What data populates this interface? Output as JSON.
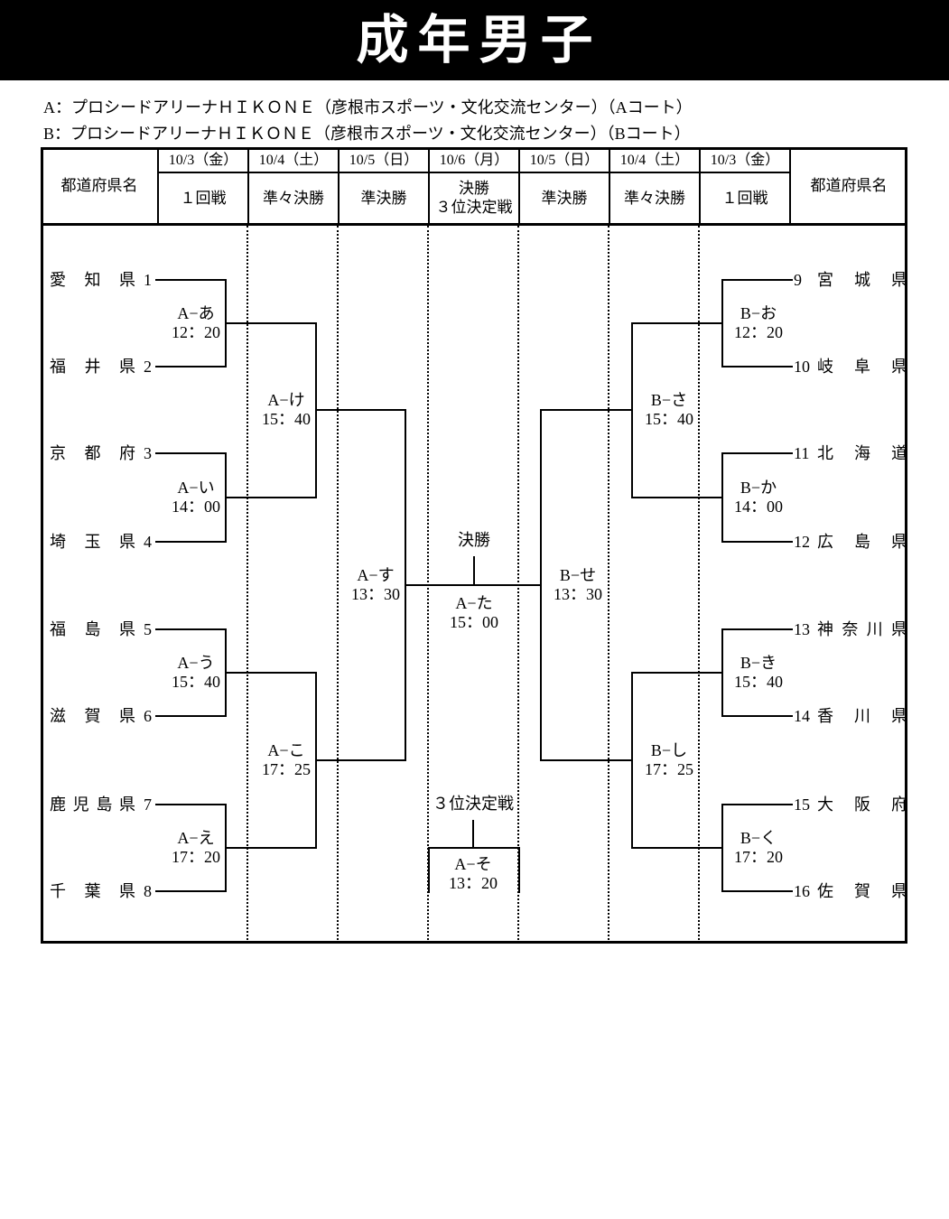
{
  "title": "成年男子",
  "venues": {
    "a": "A：プロシードアリーナＨＩＫＯＮＥ（彦根市スポーツ・文化交流センター）（Aコート）",
    "b": "B：プロシードアリーナＨＩＫＯＮＥ（彦根市スポーツ・文化交流センター）（Bコート）"
  },
  "header": {
    "pref_left": "都道府県名",
    "pref_right": "都道府県名",
    "columns": [
      {
        "date": "10/3（金）",
        "round": "１回戦"
      },
      {
        "date": "10/4（土）",
        "round": "準々決勝"
      },
      {
        "date": "10/5（日）",
        "round": "準決勝"
      },
      {
        "date": "10/6（月）",
        "round": "決勝",
        "round2": "３位決定戦"
      },
      {
        "date": "10/5（日）",
        "round": "準決勝"
      },
      {
        "date": "10/4（土）",
        "round": "準々決勝"
      },
      {
        "date": "10/3（金）",
        "round": "１回戦"
      }
    ]
  },
  "teams": {
    "left": [
      {
        "name": "愛知県",
        "seed": "1"
      },
      {
        "name": "福井県",
        "seed": "2"
      },
      {
        "name": "京都府",
        "seed": "3"
      },
      {
        "name": "埼玉県",
        "seed": "4"
      },
      {
        "name": "福島県",
        "seed": "5"
      },
      {
        "name": "滋賀県",
        "seed": "6"
      },
      {
        "name": "鹿児島県",
        "seed": "7"
      },
      {
        "name": "千葉県",
        "seed": "8"
      }
    ],
    "right": [
      {
        "seed": "9",
        "name": "宮城県"
      },
      {
        "seed": "10",
        "name": "岐阜県"
      },
      {
        "seed": "11",
        "name": "北海道"
      },
      {
        "seed": "12",
        "name": "広島県"
      },
      {
        "seed": "13",
        "name": "神奈川県"
      },
      {
        "seed": "14",
        "name": "香川県"
      },
      {
        "seed": "15",
        "name": "大阪府"
      },
      {
        "seed": "16",
        "name": "佐賀県"
      }
    ]
  },
  "matches": {
    "left_r1": [
      {
        "code": "A−あ",
        "time": "12：20"
      },
      {
        "code": "A−い",
        "time": "14：00"
      },
      {
        "code": "A−う",
        "time": "15：40"
      },
      {
        "code": "A−え",
        "time": "17：20"
      }
    ],
    "left_qf": [
      {
        "code": "A−け",
        "time": "15：40"
      },
      {
        "code": "A−こ",
        "time": "17：25"
      }
    ],
    "left_sf": {
      "code": "A−す",
      "time": "13：30"
    },
    "right_r1": [
      {
        "code": "B−お",
        "time": "12：20"
      },
      {
        "code": "B−か",
        "time": "14：00"
      },
      {
        "code": "B−き",
        "time": "15：40"
      },
      {
        "code": "B−く",
        "time": "17：20"
      }
    ],
    "right_qf": [
      {
        "code": "B−さ",
        "time": "15：40"
      },
      {
        "code": "B−し",
        "time": "17：25"
      }
    ],
    "right_sf": {
      "code": "B−せ",
      "time": "13：30"
    },
    "final": {
      "label": "決勝",
      "code": "A−た",
      "time": "15：00"
    },
    "third": {
      "label": "３位決定戦",
      "code": "A−そ",
      "time": "13：20"
    }
  }
}
